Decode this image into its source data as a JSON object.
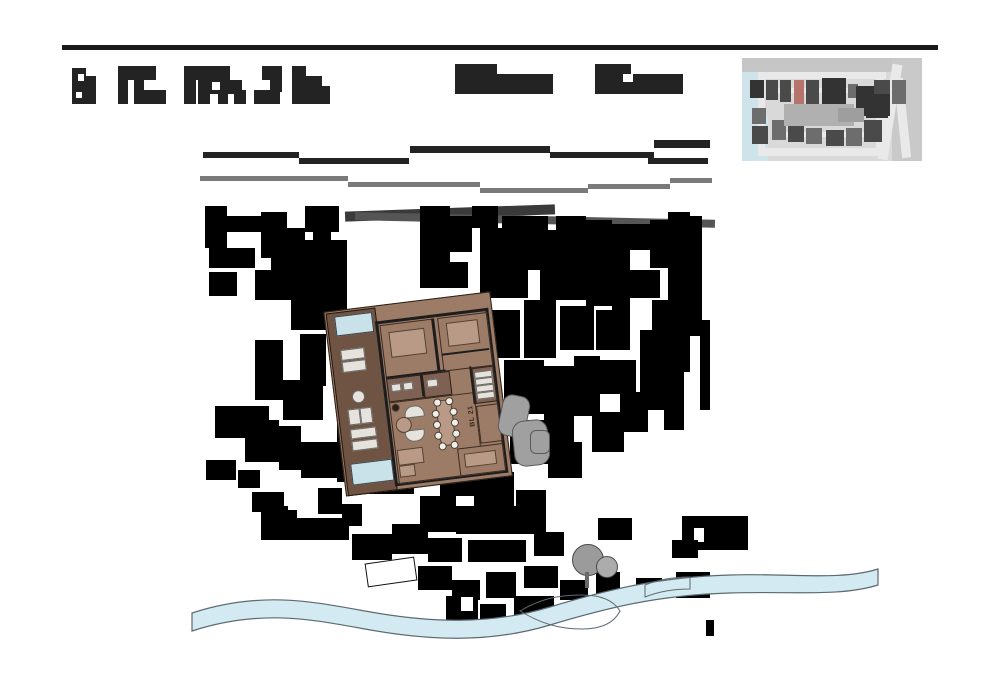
{
  "document": {
    "kind": "architectural-site-plan",
    "sheet_title_redacted": "██ ███ ███ ██",
    "header_label_1_redacted": "██████",
    "header_label_2_redacted": "█████",
    "unit_label": "BL 21"
  },
  "header": {
    "rule": {
      "color": "#1a1a1a"
    },
    "title_glyph_color": "#232323",
    "redaction_color": "#232323",
    "redaction_color_secondary": "#7a7a7a"
  },
  "aerial_inset": {
    "name": "location-key-plan",
    "description_redacted": "████",
    "highlight_color": "#b5736b",
    "background_color": "#d9d9d9",
    "road_color": "#e9e9e9",
    "water_color": "#cfe3ea"
  },
  "annotations": {
    "line_1_redacted": "██████████████████",
    "line_2_redacted": "████████████",
    "line_3_redacted": "███████████████",
    "line_4_redacted": "█████████"
  },
  "floor_plan": {
    "name": "highlighted-unit-floor-plan",
    "unit_label": "BL 21",
    "floor_color": "#9c7b67",
    "deck_color": "#6f5443",
    "wall_color": "#1d1d1d",
    "pool_color": "#c9e2ea"
  },
  "landscape": {
    "stream_fill": "#d4eaf2",
    "stream_stroke": "#5c6a70",
    "tree_color": "#9b9b9b"
  }
}
